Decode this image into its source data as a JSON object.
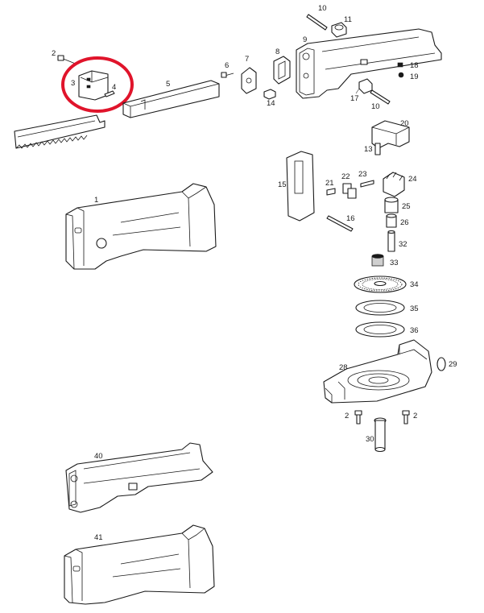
{
  "highlight_color": "#e0142b",
  "callouts": {
    "p1": "1",
    "p2a": "2",
    "p2b": "2",
    "p2c": "2",
    "p3": "3",
    "p4": "4",
    "p5": "5",
    "p6": "6",
    "p7": "7",
    "p8": "8",
    "p9": "9",
    "p10a": "10",
    "p10b": "10",
    "p11": "11",
    "p13": "13",
    "p14": "14",
    "p15": "15",
    "p16": "16",
    "p17": "17",
    "p18": "18",
    "p19": "19",
    "p20": "20",
    "p21": "21",
    "p22": "22",
    "p23": "23",
    "p24": "24",
    "p25": "25",
    "p26": "26",
    "p28": "28",
    "p29": "29",
    "p30": "30",
    "p32": "32",
    "p33": "33",
    "p34": "34",
    "p35": "35",
    "p36": "36",
    "p40": "40",
    "p41": "41"
  }
}
